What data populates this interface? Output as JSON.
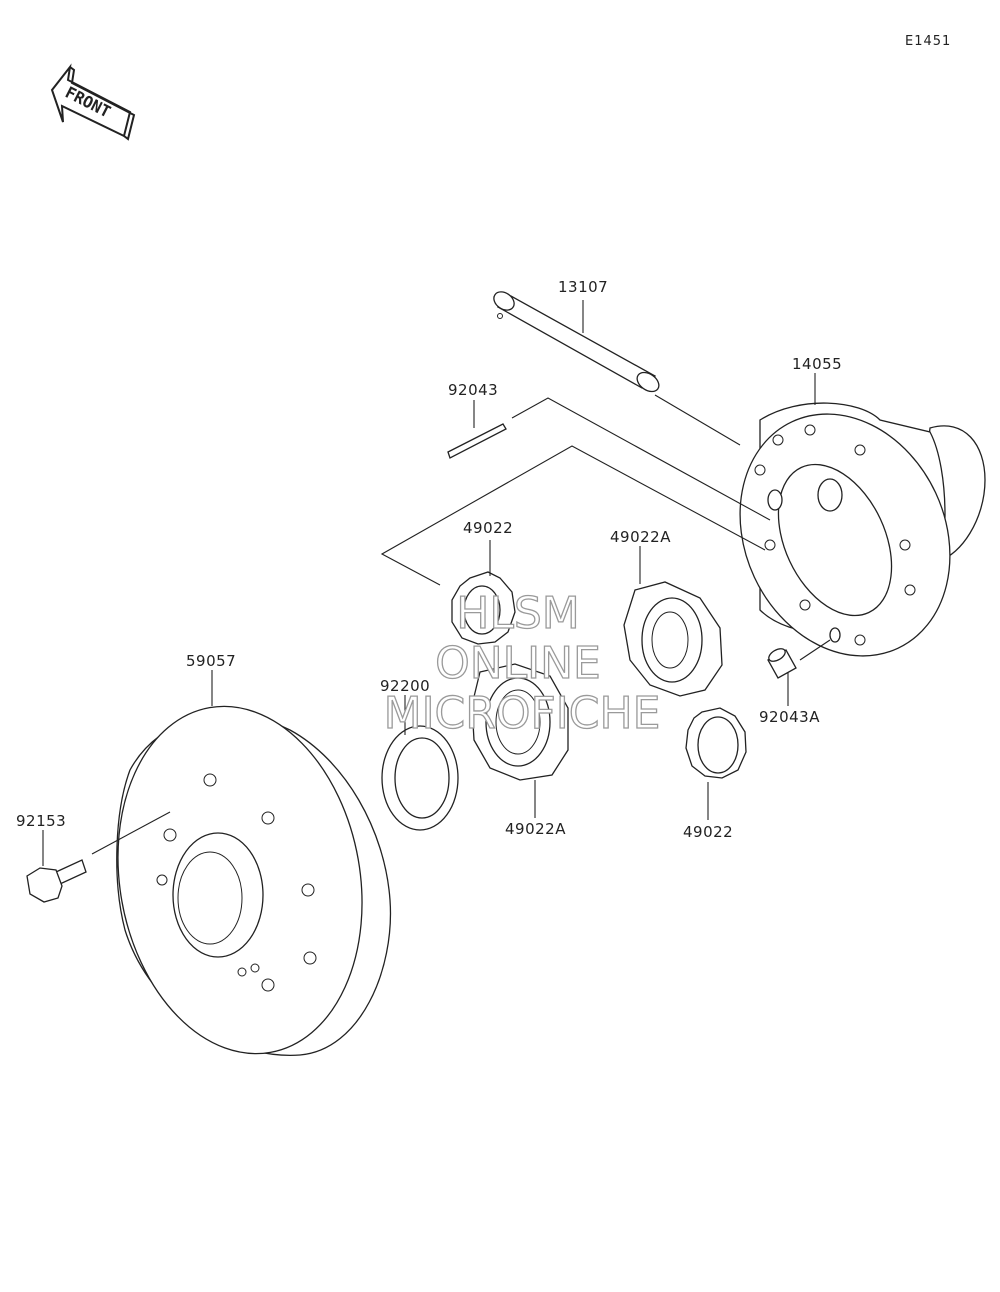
{
  "diagram_code": "E1451",
  "front_arrow": {
    "label": "FRONT"
  },
  "watermark": {
    "lines": [
      "HLSM",
      "ONLINE",
      "MICROFICHE"
    ]
  },
  "parts": [
    {
      "number": "13107"
    },
    {
      "number": "14055"
    },
    {
      "number": "92043"
    },
    {
      "number": "49022"
    },
    {
      "number": "49022A"
    },
    {
      "number": "59057"
    },
    {
      "number": "92200"
    },
    {
      "number": "92153"
    },
    {
      "number": "49022A"
    },
    {
      "number": "49022"
    },
    {
      "number": "92043A"
    }
  ]
}
